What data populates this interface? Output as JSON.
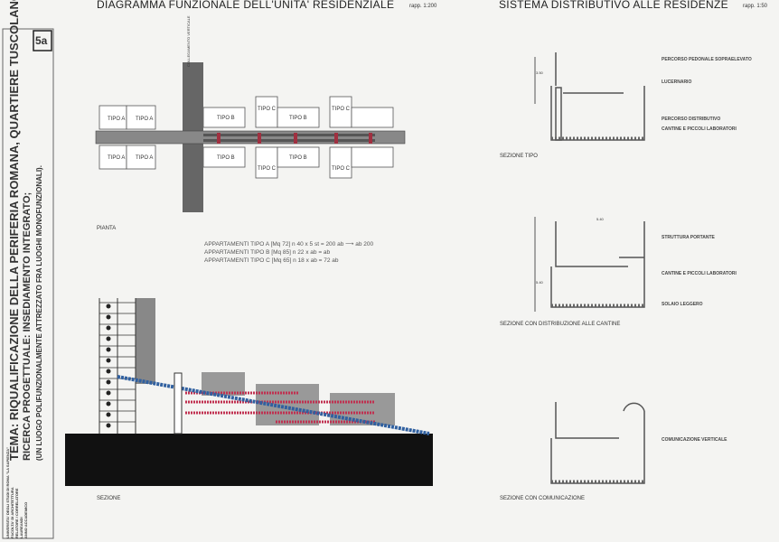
{
  "sheet_number": "5a",
  "titles": {
    "left": "DIAGRAMMA FUNZIONALE DELL'UNITA' RESIDENZIALE",
    "left_scale": "rapp. 1:200",
    "right": "SISTEMA DISTRIBUTIVO ALLE RESIDENZE",
    "right_scale": "rapp. 1:50"
  },
  "side": {
    "tema": "TEMA: RIQUALIFICAZIONE DELLA PERIFERIA ROMANA, QUARTIERE TUSCOLANO.",
    "ricerca": "RICERCA PROGETTUALE: INSEDIAMENTO INTEGRATO;",
    "sub": "(UN LUOGO POLIFUNZIONALMENTE ATTREZZATO FRA LUOGHI MONOFUNZIONALI).",
    "credits": [
      "UNIVERSITA' DEGLI STUDI DI ROMA \"LA SAPIENZA\"",
      "FACOLTA' DI ARCHITETTURA",
      "RELATORE / CORRELATORE",
      "LAUREANDI",
      "ANNO ACCADEMICO"
    ]
  },
  "plan": {
    "label": "PIANTA",
    "tower_label": "COLLEGAMENTO VERTICALE",
    "types": [
      "TIPO A",
      "TIPO B",
      "TIPO C"
    ]
  },
  "section": {
    "label": "SEZIONE"
  },
  "table": [
    "APPARTAMENTI TIPO A [Mq 72] n 40 x 5 st = 200 ab ⟶ ab 200",
    "APPARTAMENTI TIPO B [Mq 85] n 22 x ab = ab",
    "APPARTAMENTI TIPO C [Mq 65] n 18 x ab = 72 ab"
  ],
  "details": [
    {
      "caption": "SEZIONE TIPO",
      "dim": "3.50",
      "notes": [
        "PERCORSO PEDONALE SOPRAELEVATO",
        "LUCERNARIO",
        "PERCORSO DISTRIBUTIVO",
        "CANTINE E PICCOLI LABORATORI"
      ]
    },
    {
      "caption": "SEZIONE CON DISTRIBUZIONE ALLE CANTINE",
      "dim": "5.40",
      "notes": [
        "STRUTTURA PORTANTE",
        "CANTINE E PICCOLI LABORATORI",
        "SOLAIO LEGGERO"
      ]
    },
    {
      "caption": "SEZIONE CON COMUNICAZIONE",
      "notes": [
        "COMUNICAZIONE VERTICALE"
      ]
    }
  ]
}
